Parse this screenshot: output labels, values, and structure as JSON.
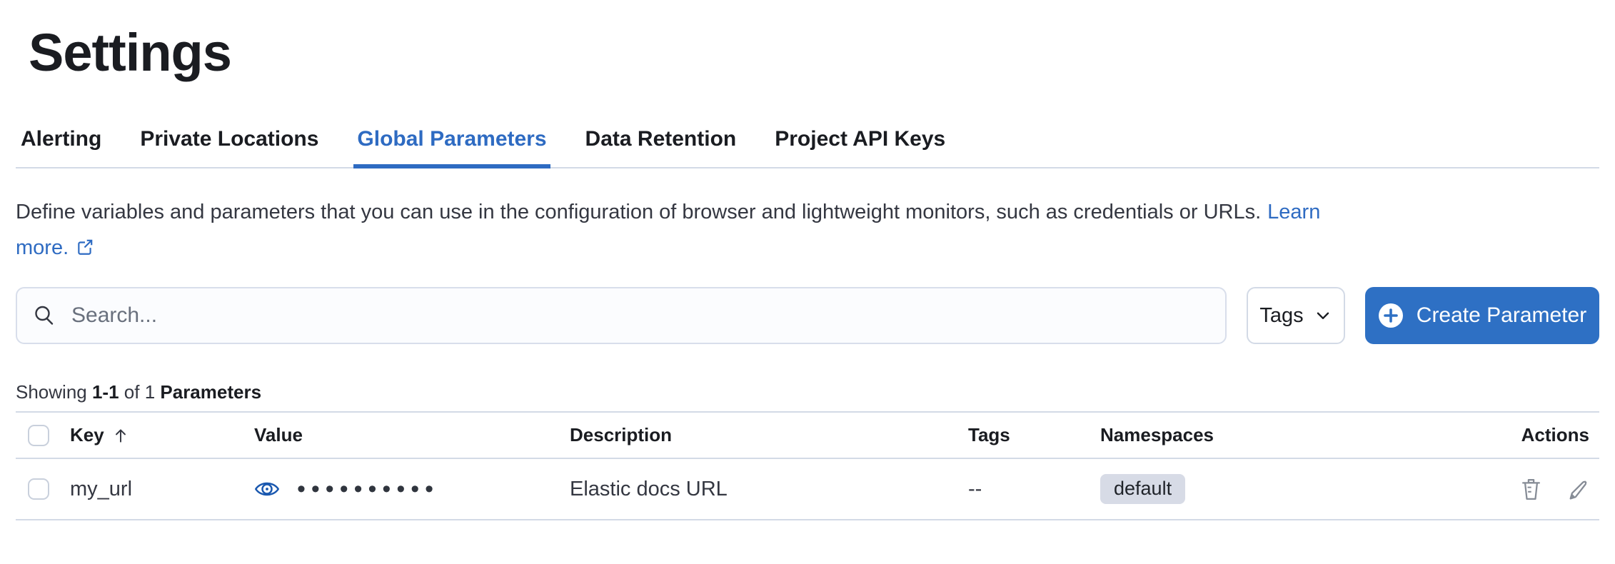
{
  "header": {
    "title": "Settings"
  },
  "tabs": [
    {
      "label": "Alerting",
      "active": false
    },
    {
      "label": "Private Locations",
      "active": false
    },
    {
      "label": "Global Parameters",
      "active": true
    },
    {
      "label": "Data Retention",
      "active": false
    },
    {
      "label": "Project API Keys",
      "active": false
    }
  ],
  "description": {
    "text": "Define variables and parameters that you can use in the configuration of browser and lightweight monitors, such as credentials or URLs.",
    "link_line1": "Learn",
    "link_line2": "more."
  },
  "toolbar": {
    "search_placeholder": "Search...",
    "search_value": "",
    "tags_button_label": "Tags",
    "create_button_label": "Create Parameter"
  },
  "summary": {
    "showing": "Showing",
    "range": "1-1",
    "of": "of 1",
    "entity": "Parameters"
  },
  "table": {
    "headers": {
      "key": "Key",
      "value": "Value",
      "description": "Description",
      "tags": "Tags",
      "namespaces": "Namespaces",
      "actions": "Actions"
    },
    "sort": {
      "column": "Key",
      "direction": "ascending"
    },
    "rows": [
      {
        "key": "my_url",
        "masked_value": "••••••••••",
        "description": "Elastic docs URL",
        "tags": "--",
        "namespaces": [
          "default"
        ]
      }
    ]
  },
  "icons": {
    "search": "magnifier-icon",
    "tags_chevron": "chevron-down-icon",
    "create": "plus-in-circle-icon",
    "learn_more": "external-link-icon",
    "sort": "arrow-up-icon",
    "value_reveal": "eye-icon",
    "row_delete": "trash-icon",
    "row_edit": "pencil-icon"
  },
  "colors": {
    "primary_blue": "#2e6bc2",
    "button_blue": "#2e70c4",
    "eye_blue": "#1a58af",
    "heading_text": "#1a1c21",
    "body_text": "#343741",
    "muted_text": "#69707d",
    "icon_gray": "#868c96",
    "divider": "#d3dae6",
    "badge_bg": "#d7dbe6",
    "search_bg": "#fbfcfe"
  }
}
